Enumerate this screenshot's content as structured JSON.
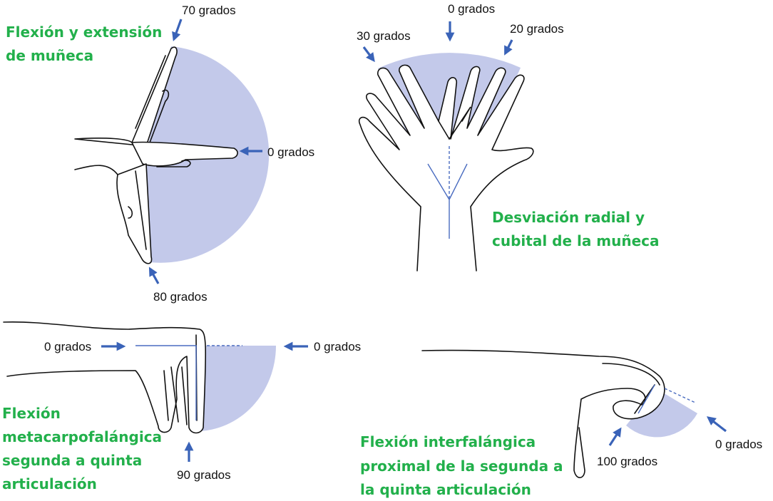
{
  "panels": [
    {
      "title_lines": [
        "Flexión y extensión",
        "de muñeca"
      ],
      "angles": [
        "70 grados",
        "0 grados",
        "80 grados"
      ]
    },
    {
      "title_lines": [
        "Desviación radial y",
        "cubital de la muñeca"
      ],
      "angles": [
        "0 grados",
        "30 grados",
        "20 grados"
      ]
    },
    {
      "title_lines": [
        "Flexión",
        "metacarpofalángica",
        "segunda a quinta",
        "articulación"
      ],
      "angles": [
        "0 grados",
        "0 grados",
        "90 grados"
      ]
    },
    {
      "title_lines": [
        "Flexión interfalángica",
        "proximal de la segunda a",
        "la quinta articulación"
      ],
      "angles": [
        "100 grados",
        "0 grados"
      ]
    }
  ],
  "colors": {
    "title": "#22b04b",
    "arrow": "#3a63b8",
    "range": "#c3c9ea"
  }
}
